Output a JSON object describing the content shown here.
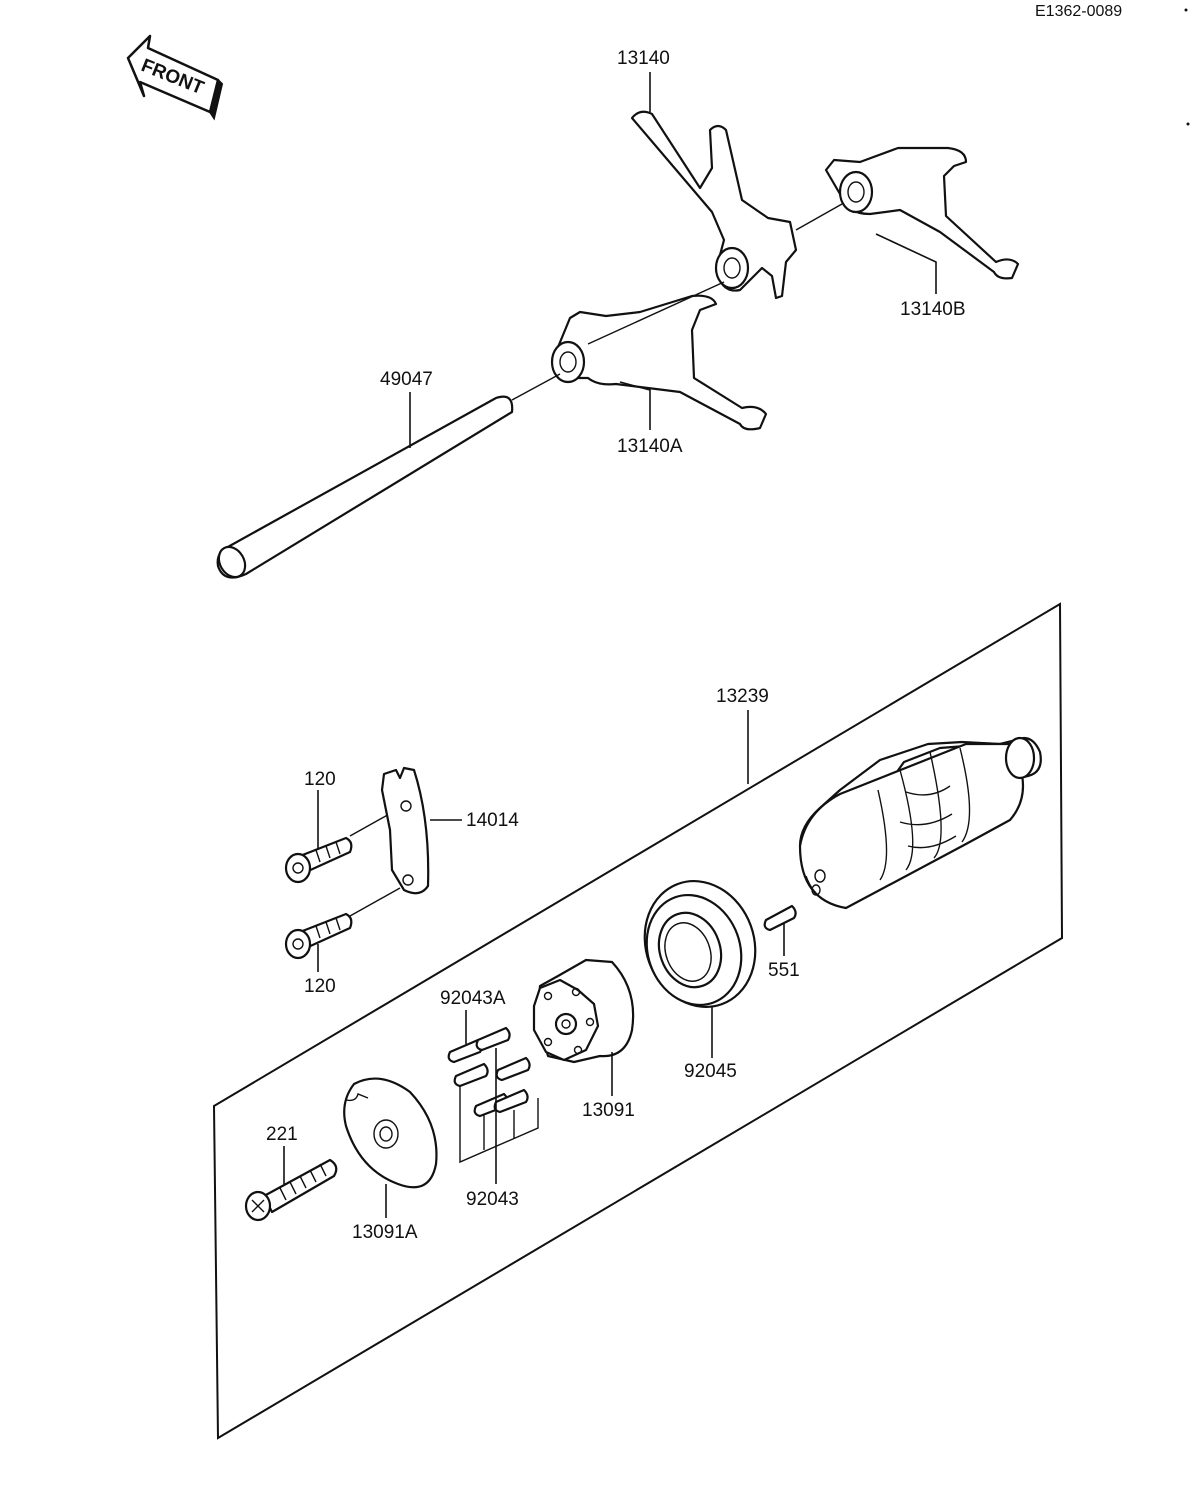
{
  "ref_code": "E1362-0089",
  "front_label": "FRONT",
  "labels": {
    "p13140": "13140",
    "p13140B": "13140B",
    "p13140A": "13140A",
    "p49047": "49047",
    "p13239": "13239",
    "p120_top": "120",
    "p120_bottom": "120",
    "p14014": "14014",
    "p551": "551",
    "p92045": "92045",
    "p13091": "13091",
    "p92043A": "92043A",
    "p92043": "92043",
    "p221": "221",
    "p13091A": "13091A"
  }
}
